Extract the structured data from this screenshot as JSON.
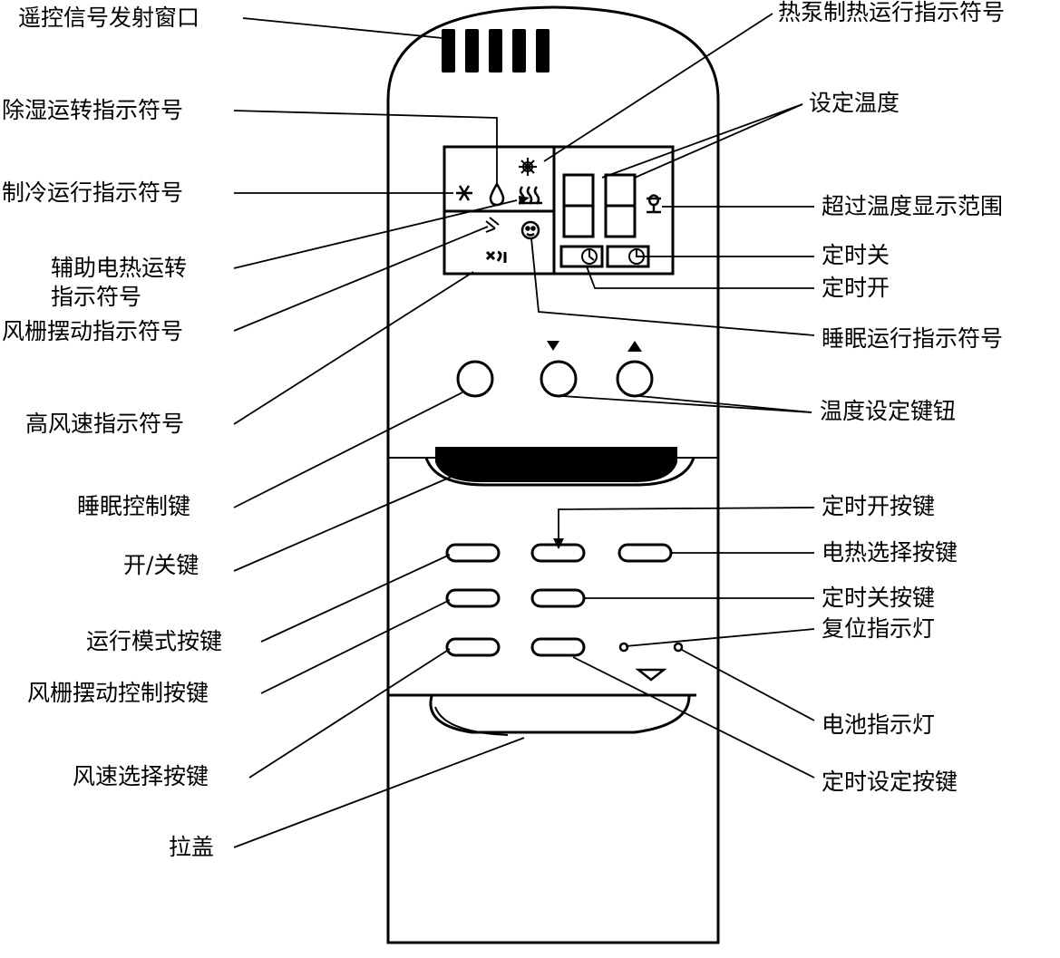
{
  "labels": {
    "ir_window": "遥控信号发射窗口",
    "dehumid": "除湿运转指示符号",
    "cool": "制冷运行指示符号",
    "aux_heat_1": "辅助电热运转",
    "aux_heat_2": "指示符号",
    "swing": "风栅摆动指示符号",
    "high_fan": "高风速指示符号",
    "sleep_key": "睡眠控制键",
    "power_key": "开/关键",
    "mode_key": "运行模式按键",
    "swing_key": "风栅摆动控制按键",
    "fan_key": "风速选择按键",
    "cover": "拉盖",
    "heat_pump": "热泵制热运行指示符号",
    "set_temp": "设定温度",
    "over_range": "超过温度显示范围",
    "timer_off": "定时关",
    "timer_on": "定时开",
    "sleep_ind": "睡眠运行指示符号",
    "temp_keys": "温度设定键钮",
    "timer_on_key": "定时开按键",
    "elec_heat_key": "电热选择按键",
    "timer_off_key": "定时关按键",
    "reset_led": "复位指示灯",
    "battery_led": "电池指示灯",
    "timer_set_key": "定时设定按键"
  },
  "icons": {
    "temp_down": "triangle-down-icon",
    "temp_up": "triangle-up-icon",
    "sun": "sun-icon",
    "snowflake": "snowflake-icon",
    "drop": "water-drop-icon",
    "heat": "heat-wave-icon",
    "clock": "clock-icon"
  },
  "colors": {
    "ink": "#000000",
    "paper": "#ffffff"
  }
}
